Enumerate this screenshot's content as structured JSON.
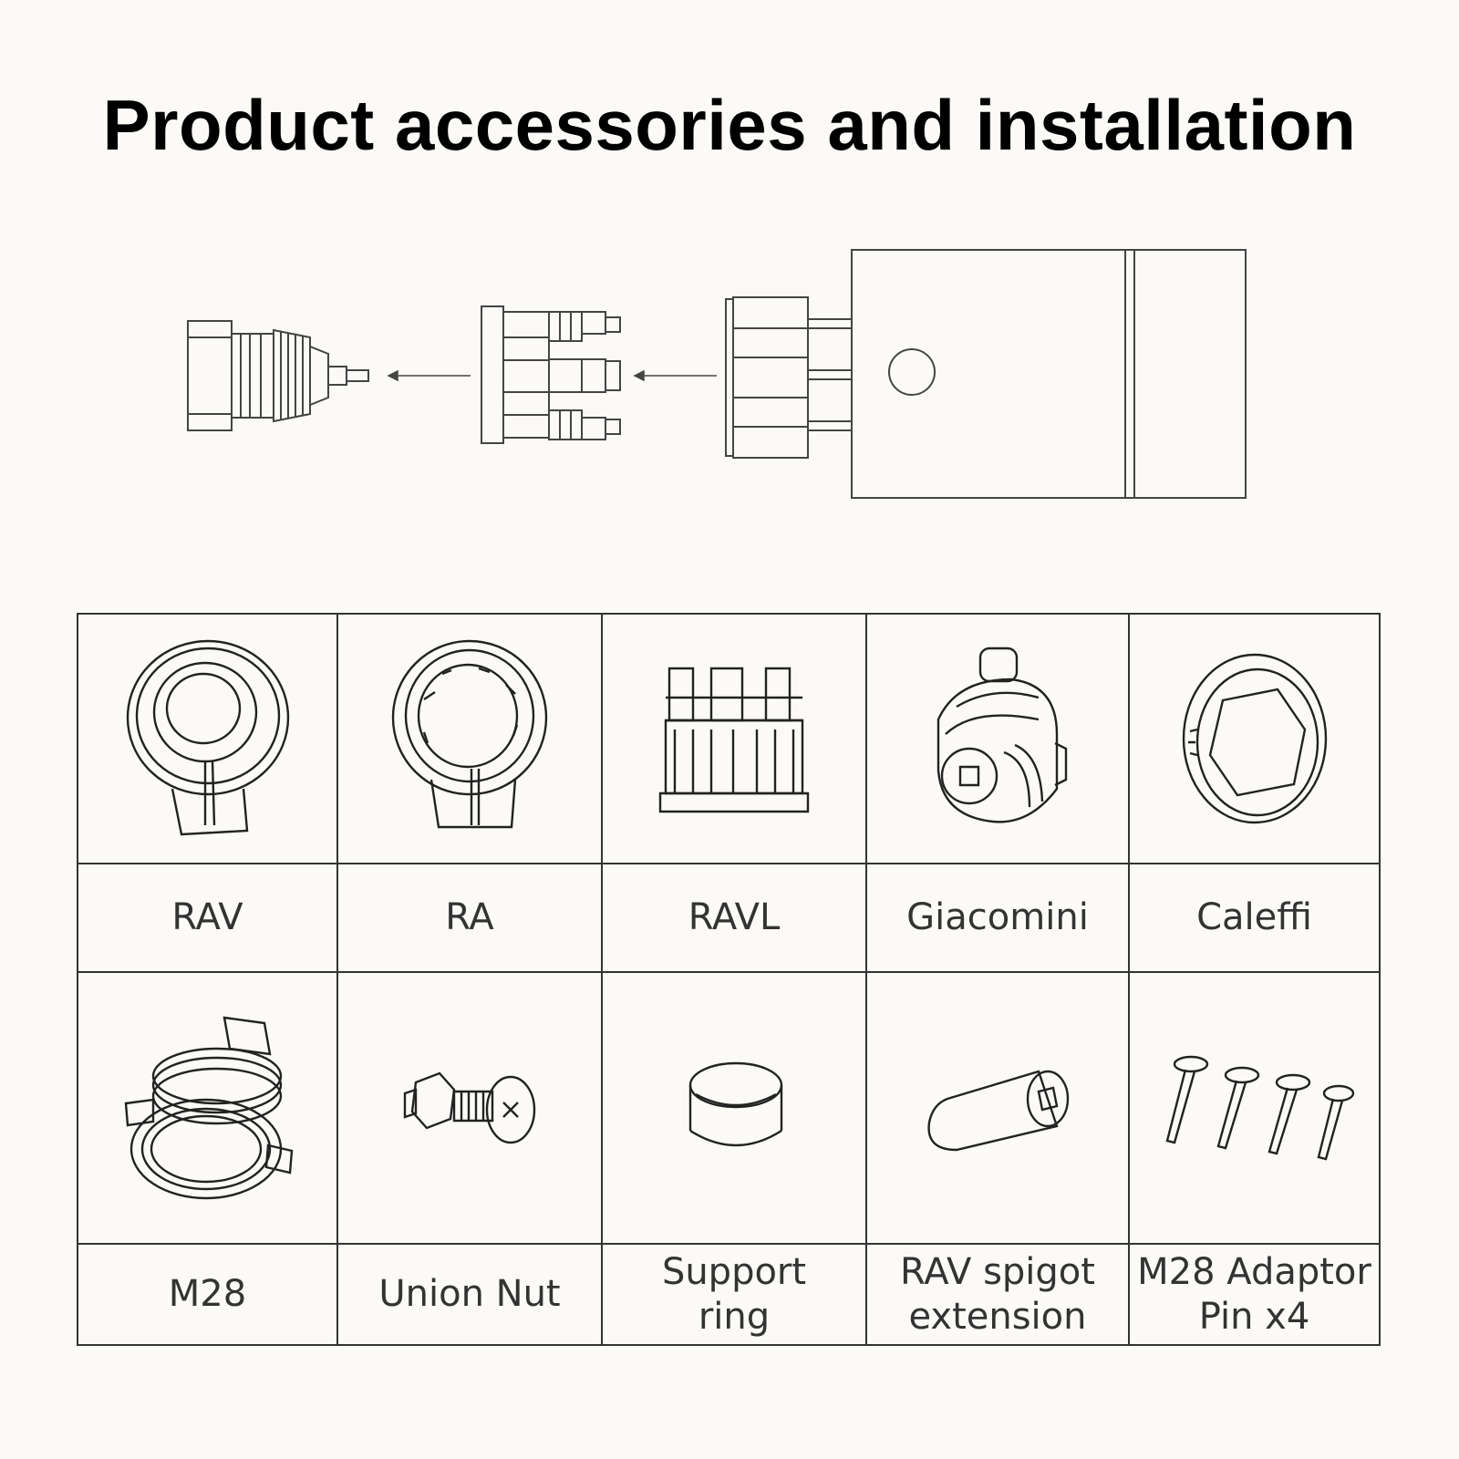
{
  "title": "Product accessories and installation",
  "accessories": [
    {
      "label": "RAV",
      "icon": "rav-adapter-icon"
    },
    {
      "label": "RA",
      "icon": "ra-adapter-icon"
    },
    {
      "label": "RAVL",
      "icon": "ravl-adapter-icon"
    },
    {
      "label": "Giacomini",
      "icon": "giacomini-adapter-icon"
    },
    {
      "label": "Caleffi",
      "icon": "caleffi-adapter-icon"
    },
    {
      "label": "M28",
      "icon": "m28-adapter-icon"
    },
    {
      "label": "Union Nut",
      "icon": "union-nut-icon"
    },
    {
      "label": "Support\nring",
      "icon": "support-ring-icon"
    },
    {
      "label": "RAV spigot\nextension",
      "icon": "spigot-extension-icon"
    },
    {
      "label": "M28 Adaptor\nPin x4",
      "icon": "adaptor-pins-icon"
    }
  ]
}
